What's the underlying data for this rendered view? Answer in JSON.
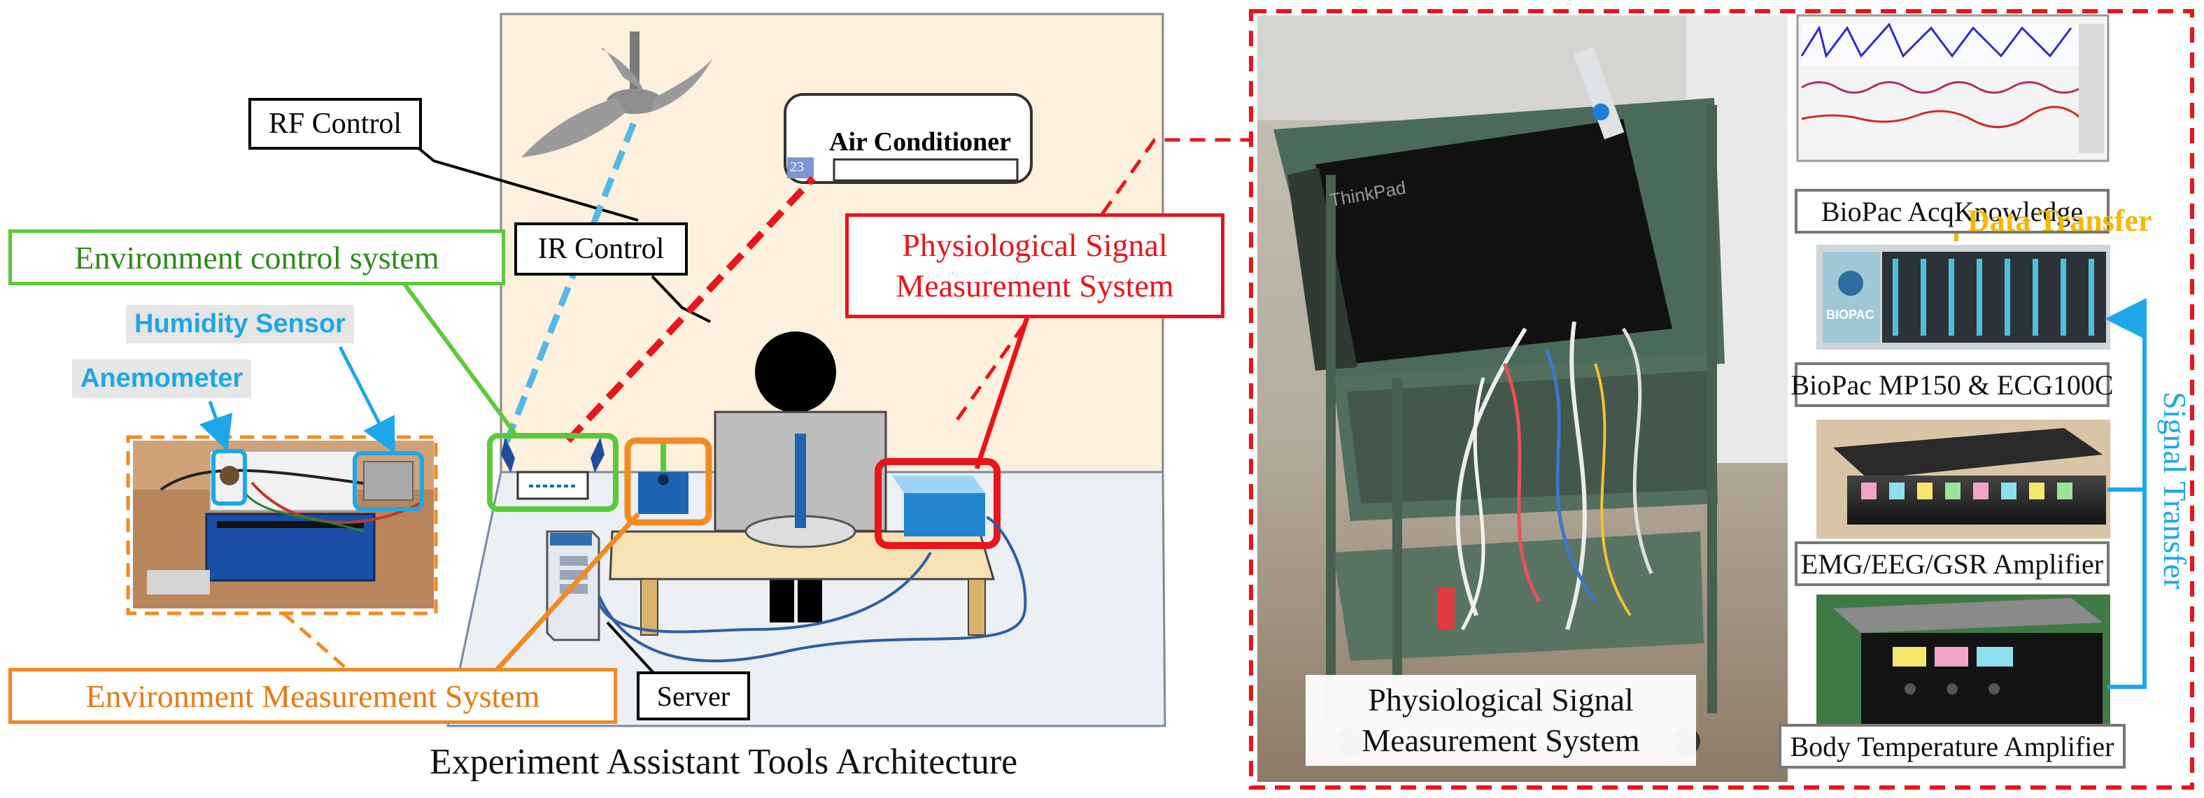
{
  "colors": {
    "room_bg": "#fdf0dc",
    "floor": "#eceff3",
    "env_control": "#5cc93a",
    "env_measure": "#f28a22",
    "physio": "#e8151b",
    "signal_transfer": "#1ea7e6",
    "data_transfer": "#f5b800",
    "rf_line": "#000000",
    "ir_line": "#52b8e8",
    "server_blue": "#2f6fb0"
  },
  "left_panel": {
    "labels": {
      "rf_control": "RF Control",
      "ir_control": "IR Control",
      "air_conditioner": "Air Conditioner",
      "ac_display": "23",
      "environment_control_system": "Environment control system",
      "humidity_sensor": "Humidity Sensor",
      "anemometer": "Anemometer",
      "physiological_signal_line1": "Physiological Signal",
      "physiological_signal_line2": "Measurement System",
      "environment_measurement_system": "Environment Measurement System",
      "server": "Server"
    },
    "caption": "Experiment Assistant Tools Architecture"
  },
  "right_panel": {
    "photo_caption_line1": "Physiological Signal",
    "photo_caption_line2": "Measurement System",
    "laptop_brand": "ThinkPad",
    "stack": {
      "acqknowledge": "BioPac AcqKnowledge",
      "data_transfer": "Data Transfer",
      "mp150": "BioPac MP150 & ECG100C",
      "amplifier": "EMG/EEG/GSR Amplifier",
      "body_temp": "Body Temperature Amplifier",
      "signal_transfer": "Signal Transfer",
      "biopac_badge": "BIOPAC"
    }
  }
}
